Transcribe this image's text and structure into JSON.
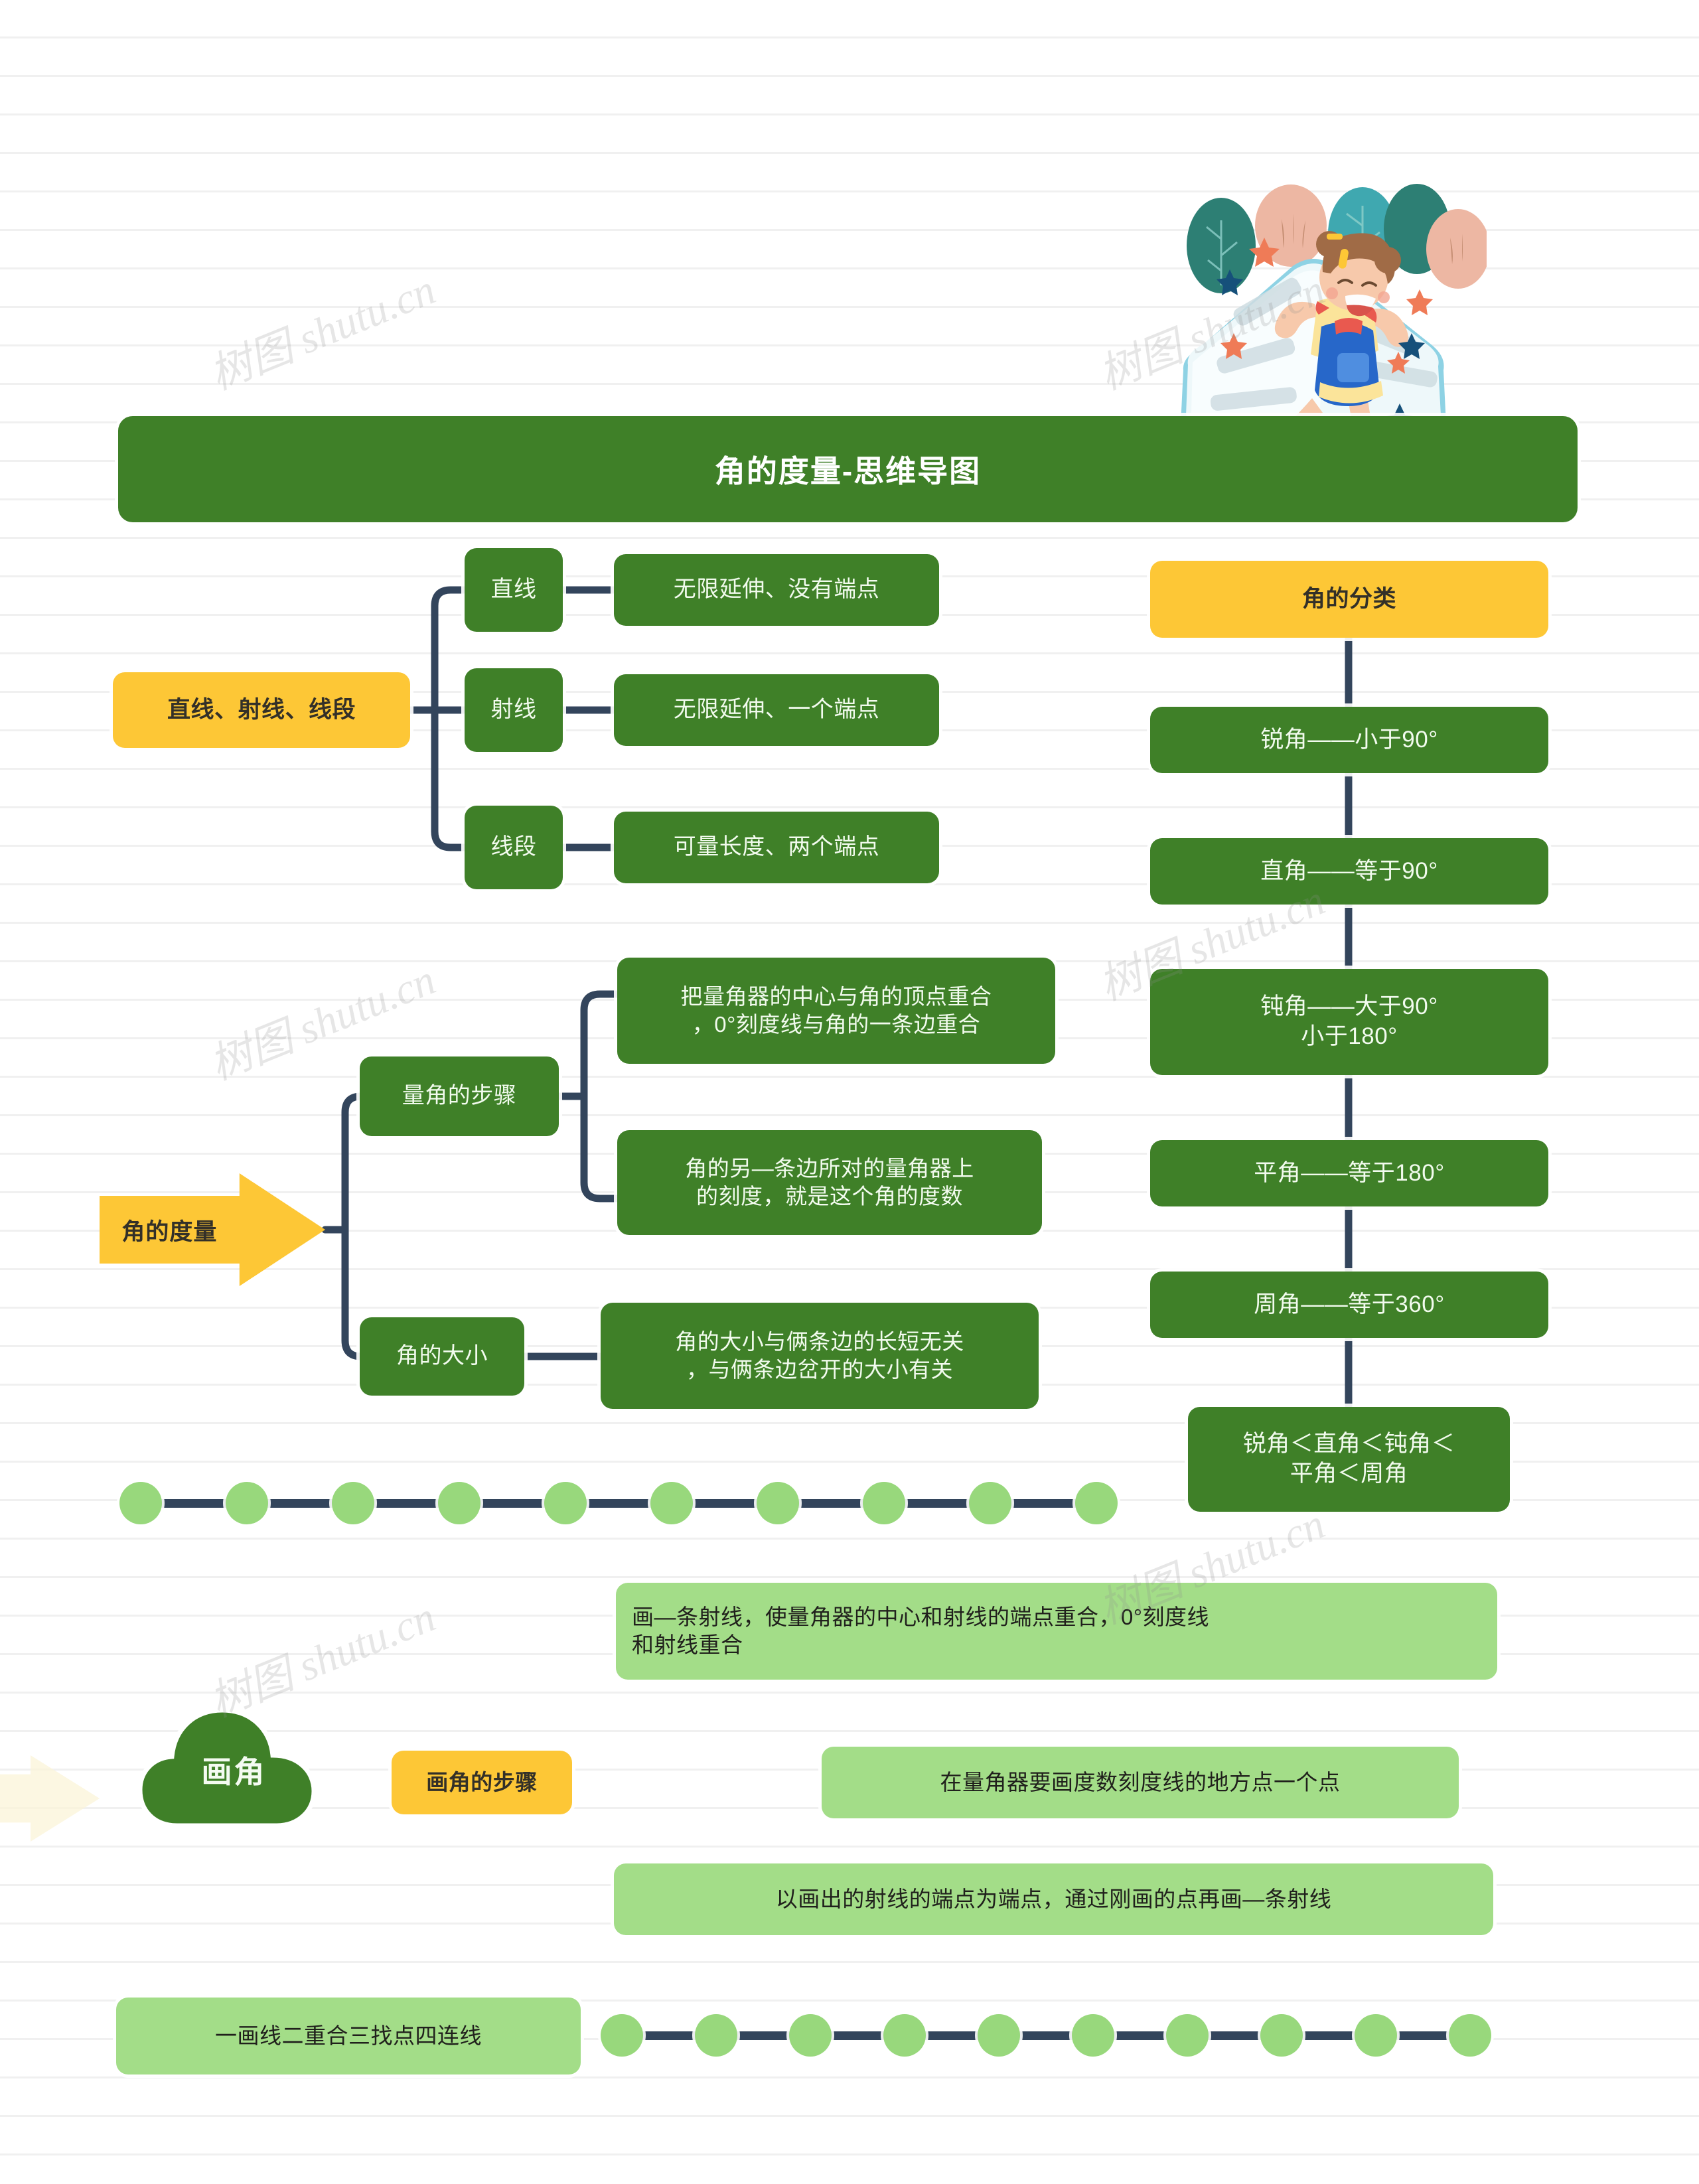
{
  "meta": {
    "title": "角的度量-思维导图",
    "watermark": "树图 shutu.cn"
  },
  "colors": {
    "dark_green": "#3f8028",
    "yellow": "#fdc736",
    "light_green": "#a3dd88",
    "bead_green": "#98d87c",
    "connector": "#33455c",
    "page": "#ffffff",
    "rule_line": "#f0f0f0"
  },
  "branch_lines": {
    "root_label": "直线、射线、线段",
    "items": [
      {
        "label": "直线",
        "desc": "无限延伸、没有端点"
      },
      {
        "label": "射线",
        "desc": "无限延伸、一个端点"
      },
      {
        "label": "线段",
        "desc": "可量长度、两个端点"
      }
    ]
  },
  "branch_measure": {
    "root_label": "角的度量",
    "groups": [
      {
        "label": "量角的步骤",
        "details": [
          "把量角器的中心与角的顶点重合\n，0°刻度线与角的一条边重合",
          "角的另—条边所对的量角器上\n的刻度，就是这个角的度数"
        ]
      },
      {
        "label": "角的大小",
        "details": [
          "角的大小与俩条边的长短无关\n，与俩条边岔开的大小有关"
        ]
      }
    ]
  },
  "branch_classify": {
    "root_label": "角的分类",
    "items": [
      "锐角——小于90°",
      "直角——等于90°",
      "钝角——大于90°\n小于180°",
      "平角——等于180°",
      "周角——等于360°",
      "锐角＜直角＜钝角＜\n平角＜周角"
    ]
  },
  "branch_draw": {
    "root_label": "画角",
    "step_label": "画角的步骤",
    "steps": [
      "画—条射线，使量角器的中心和射线的端点重合，0°刻度线\n和射线重合",
      "在量角器要画度数刻度线的地方点一个点",
      "以画出的射线的端点为端点，通过刚画的点再画—条射线"
    ],
    "summary": "一画线二重合三找点四连线"
  },
  "decorations": {
    "bead_row_top_count": 10,
    "bead_row_bottom_count": 10,
    "illustration": "girl-lying-on-open-book-illustration"
  }
}
